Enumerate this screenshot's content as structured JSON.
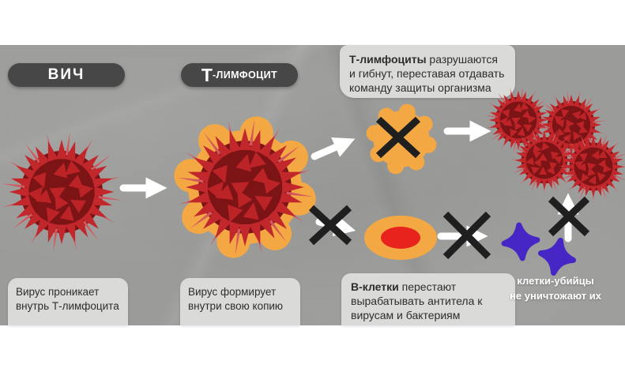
{
  "labels": {
    "hiv_pill": "ВИЧ",
    "tcell_initial": "Т",
    "tcell_rest": "-ЛИМФОЦИТ"
  },
  "captions": {
    "tcell_death_bold": "Т-лимфоциты",
    "tcell_death_rest": " разрушаются и гибнут, переставая отдавать команду защиты организма",
    "step1": "Вирус проникает внутрь Т-лимфоцита",
    "step2": "Вирус формирует внутри свою копию",
    "bcell_bold": "В-клетки",
    "bcell_rest": " перестают вырабатывать антитела к вирусам и бактериям",
    "killer_line1": "клетки-убийцы",
    "killer_line2": "не уничтожают их"
  },
  "icons": {
    "hiv-virus-icon": "dark red spiked sphere",
    "t-lymphocyte-icon": "orange bumpy round cell",
    "destroyed-tcell-icon": "small orange bumpy cell with black cross",
    "virus-cluster-icon": "four red spiked spheres",
    "b-cell-icon": "orange oval cell with red core",
    "killer-cell-icon": "blue four-point star cell",
    "arrow-icon": "→",
    "cross-icon": "✕"
  },
  "colors": {
    "page_bg": "#ffffff",
    "band_bg": "#9b9b99",
    "pill_bg": "#474747",
    "pill_text": "#ffffff",
    "box_bg": "#dadad8",
    "text_dark": "#2d2d2d",
    "text_white": "#ffffff",
    "virus_body": "#7c1315",
    "virus_spike": "#c2272c",
    "virus_needle": "#d4575c",
    "virus_inner_tri": "#bb2327",
    "cell_orange": "#f3a844",
    "bcell_core": "#e8231e",
    "killer_blue": "#4627c5",
    "cross_dark": "#1f1f1f",
    "arrow_white": "#ffffff"
  }
}
